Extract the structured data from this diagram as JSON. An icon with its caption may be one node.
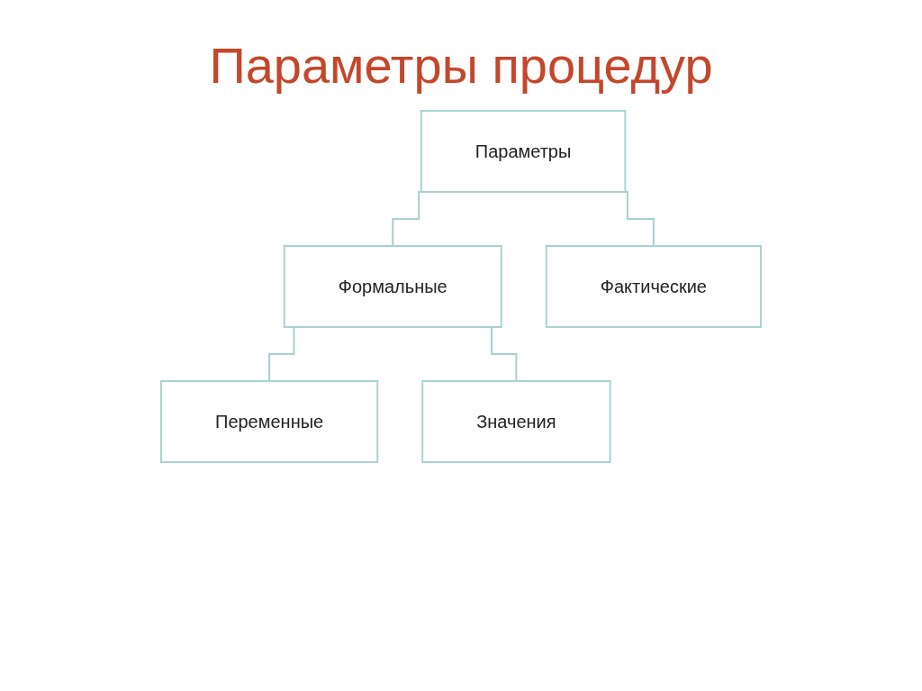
{
  "diagram": {
    "title": "Параметры процедур",
    "nodes": [
      {
        "text": [
          "Параметры"
        ]
      },
      {
        "text": [
          "Формальные"
        ]
      },
      {
        "text": [
          "Фактические"
        ]
      },
      {
        "text": [
          "Переменные"
        ]
      },
      {
        "text": [
          "Значения"
        ]
      }
    ],
    "edges": [
      {
        "from": 0,
        "to": 1,
        "arrow": "none"
      },
      {
        "from": 0,
        "to": 2,
        "arrow": "none"
      },
      {
        "from": 1,
        "to": 3,
        "arrow": "none"
      },
      {
        "from": 1,
        "to": 4,
        "arrow": "none"
      }
    ]
  }
}
